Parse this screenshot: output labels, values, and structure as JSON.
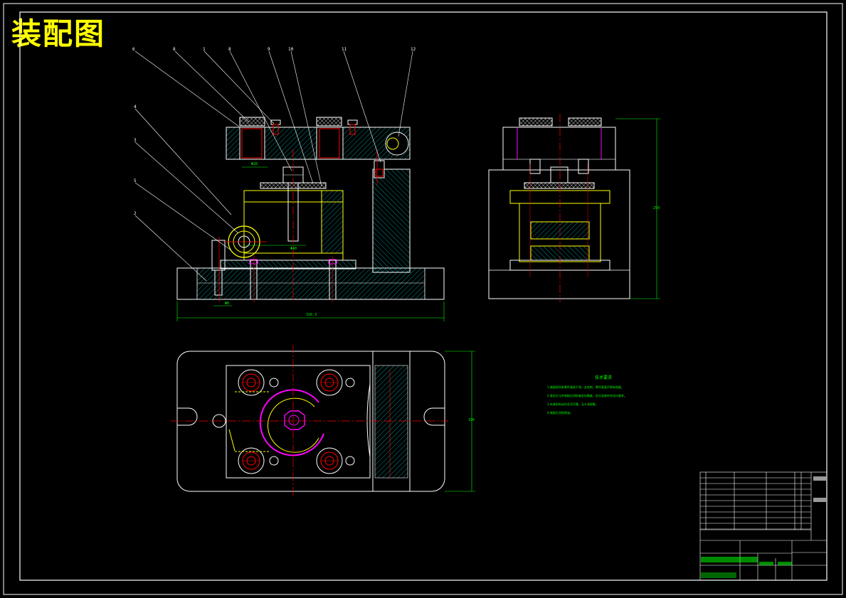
{
  "drawing": {
    "title": "装配图",
    "colors": {
      "background": "#000000",
      "outline": "#ffffff",
      "title": "#ffff00",
      "centerline": "#ff0000",
      "dimension": "#00ff00",
      "hatch": "#00a0a0",
      "fixture_part": "#ffff00",
      "ring": "#ff00ff",
      "bushing": "#ff0000"
    }
  },
  "balloons": [
    "6",
    "8",
    "1",
    "8",
    "9",
    "10",
    "11",
    "12",
    "4",
    "3",
    "5",
    "2"
  ],
  "dimensions": {
    "overall_length": "316.3",
    "left_bore": "Φ20",
    "bottom_hole": "Φ8",
    "center_hole": "Φ40",
    "right_height": "250",
    "plan_height": "196"
  },
  "technical_notes": {
    "title": "技术要求",
    "lines": [
      "1.装配前所有零件清洗干净，去毛刺，零件表面不得有划痕。",
      "2.各定位元件装配后须检查定位精度，定位误差符合设计要求。",
      "3.夹紧机构动作灵活可靠，无卡滞现象。",
      "4.装配后涂防锈油。"
    ]
  }
}
